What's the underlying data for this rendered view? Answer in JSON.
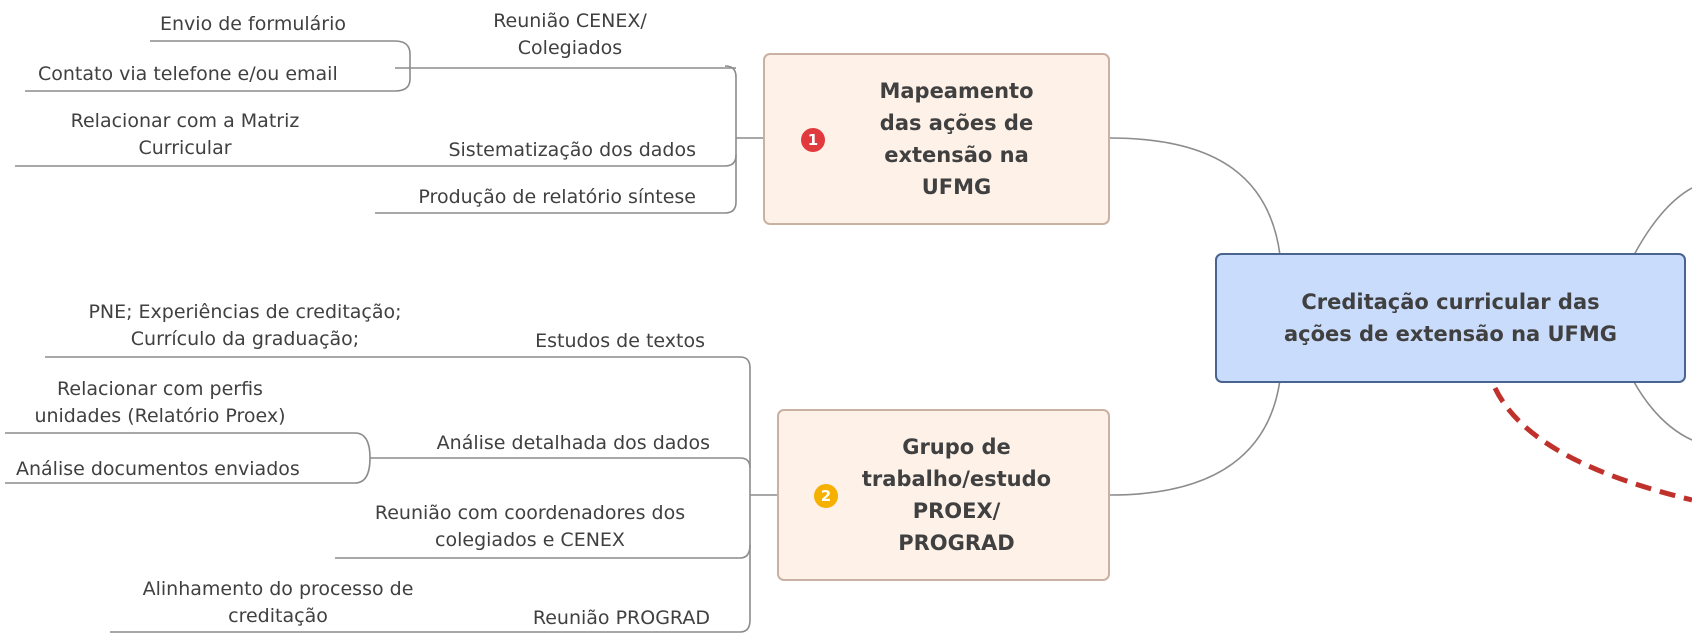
{
  "central": {
    "title": "Creditação curricular das ações de extensão na UFMG"
  },
  "branches": [
    {
      "badge_number": "1",
      "badge_color": "#e03a3e",
      "title": "Mapeamento das ações de extensão na UFMG",
      "topics": [
        {
          "label": "Reunião CENEX/ Colegiados",
          "subtopics": [
            "Envio de formulário",
            "Contato via telefone e/ou email"
          ]
        },
        {
          "label": "Sistematização dos dados",
          "subtopics": [
            "Relacionar com a Matriz Curricular"
          ]
        },
        {
          "label": "Produção de relatório síntese",
          "subtopics": []
        }
      ]
    },
    {
      "badge_number": "2",
      "badge_color": "#f5b000",
      "title": "Grupo de trabalho/estudo PROEX/ PROGRAD",
      "topics": [
        {
          "label": "Estudos de textos",
          "subtopics": [
            "PNE; Experiências de creditação; Currículo da graduação;"
          ]
        },
        {
          "label": "Análise detalhada dos dados",
          "subtopics": [
            "Relacionar com perfis unidades (Relatório Proex)",
            "Análise documentos enviados"
          ]
        },
        {
          "label": "Reunião com coordenadores dos colegiados e CENEX",
          "subtopics": []
        },
        {
          "label": "Reunião PROGRAD",
          "subtopics": [
            "Alinhamento do processo de creditação"
          ]
        }
      ]
    }
  ],
  "colors": {
    "connector": "#8c8c8c",
    "dashed_relationship": "#c0312b",
    "central_fill": "#c9dcfb",
    "central_border": "#4a6490",
    "main_fill": "#fdf1e8"
  }
}
